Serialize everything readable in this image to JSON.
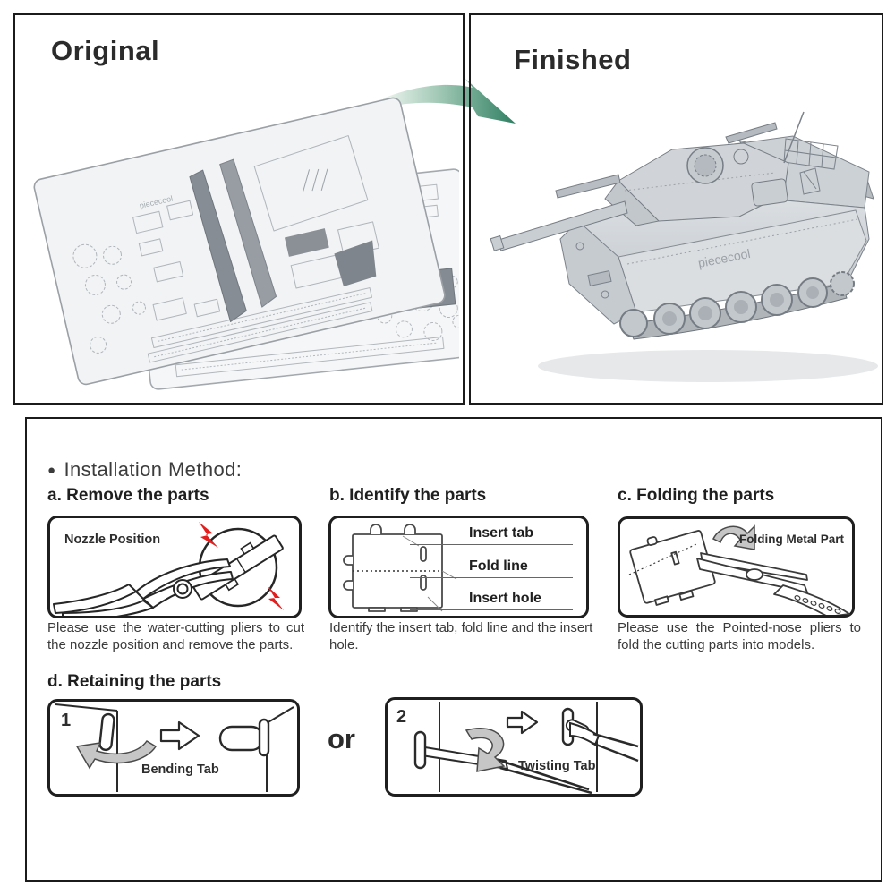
{
  "colors": {
    "border": "#1b1b1b",
    "arrow_green_dark": "#2f7f63",
    "arrow_green_light": "#edf4ef",
    "spark_red": "#e31e1e",
    "metal_light": "#e9ebed",
    "metal_mid": "#c7ccd0",
    "metal_dark": "#868d94",
    "gray_arrow": "#c6c6c6"
  },
  "top": {
    "original": {
      "title": "Original",
      "sheet_watermark": "piececool"
    },
    "finished": {
      "title": "Finished",
      "hull_text": "piececool"
    }
  },
  "installation": {
    "bullet": "●",
    "title": "Installation Method:",
    "steps": {
      "a": {
        "heading": "a. Remove the parts",
        "diagram_label": "Nozzle Position",
        "caption": "Please use the water-cutting pliers to cut the nozzle position and remove the parts."
      },
      "b": {
        "heading": "b. Identify the parts",
        "labels": [
          "Insert tab",
          "Fold line",
          "Insert hole"
        ],
        "caption": "Identify the insert tab, fold line and the insert hole."
      },
      "c": {
        "heading": "c. Folding the parts",
        "diagram_label": "Folding Metal Part",
        "caption": "Please use the Pointed-nose pliers to fold the cutting parts into models."
      },
      "d": {
        "heading": "d. Retaining the parts",
        "connector": "or",
        "option1": {
          "number": "1",
          "label": "Bending Tab"
        },
        "option2": {
          "number": "2",
          "label": "Twisting Tab"
        }
      }
    }
  }
}
